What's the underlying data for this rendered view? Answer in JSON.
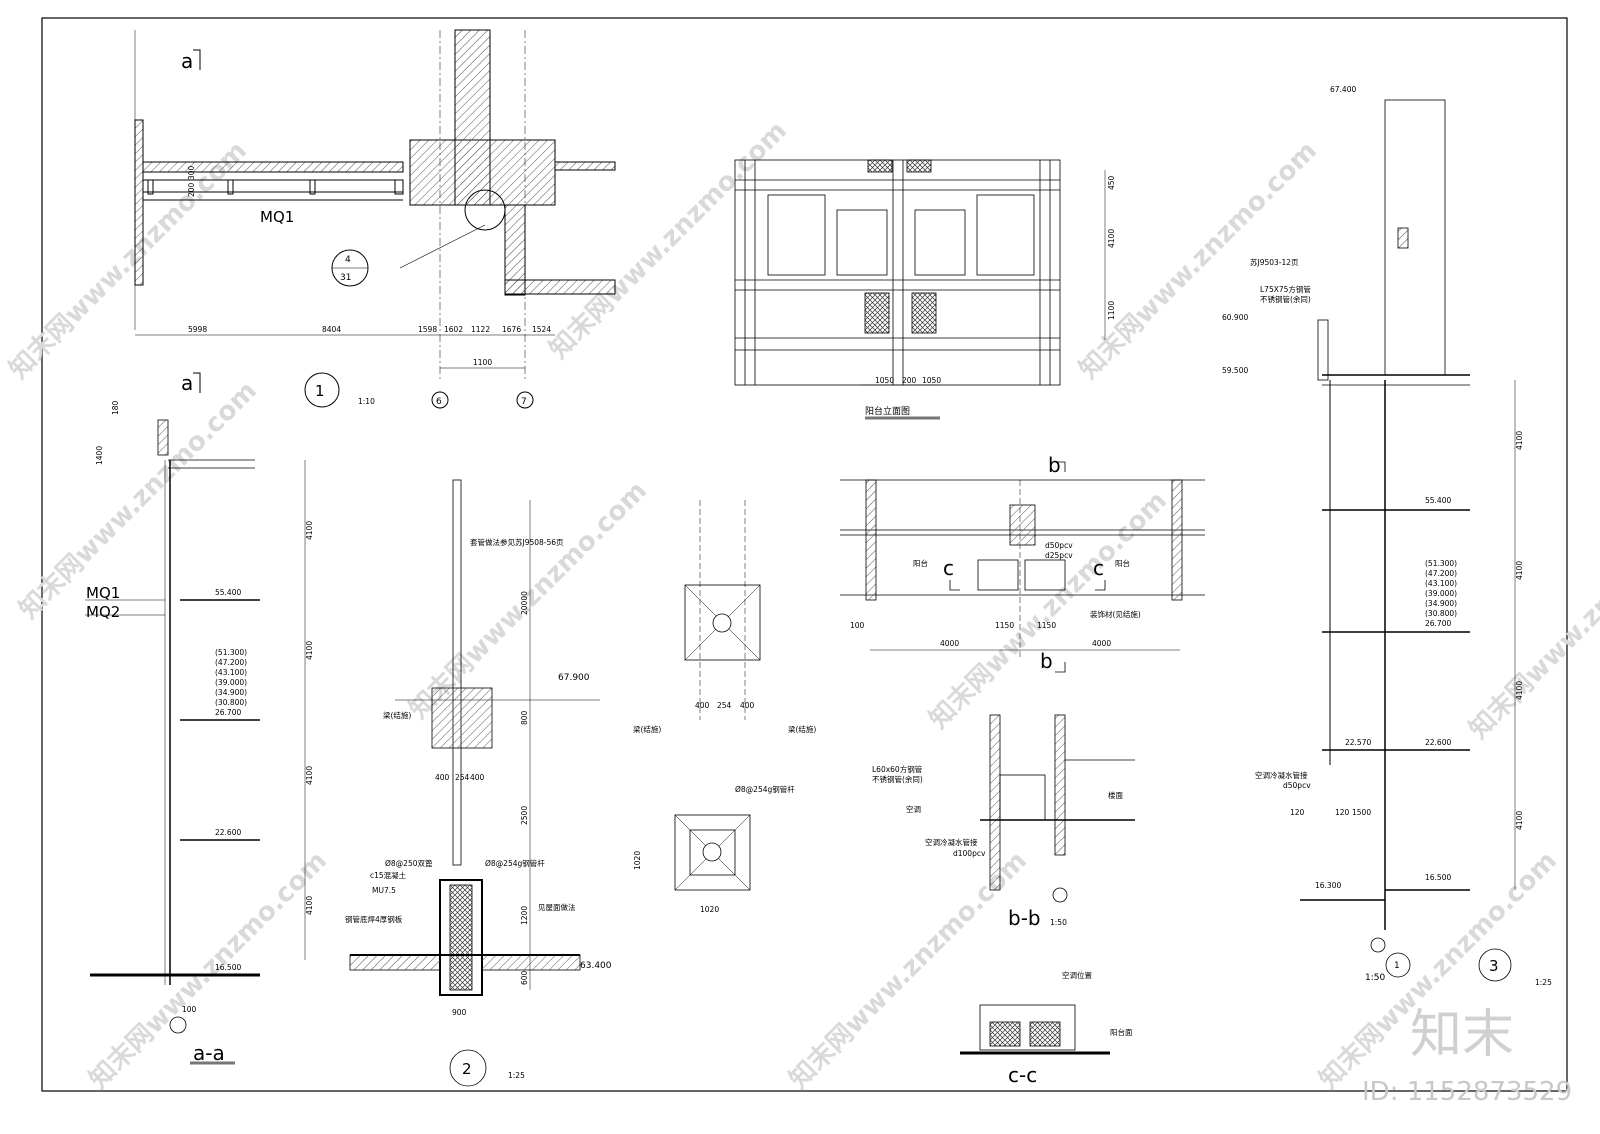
{
  "labels": {
    "section_a_top": "a",
    "section_a_bottom": "a",
    "mq1_plan": "MQ1",
    "ref_num": "4",
    "ref_den": "31",
    "detail1": "1",
    "scale_1_10": "1:10",
    "axis6": "6",
    "axis7": "7",
    "dim_5998": "5998",
    "dim_8404": "8404",
    "dim_1598": "1598",
    "dim_1602": "1602",
    "dim_1122": "1122",
    "dim_1676": "1676",
    "dim_1524": "1524",
    "dim_1100_plan": "1100",
    "dim_200": "200",
    "dim_300": "300",
    "balcony_elev_title": "阳台立面图",
    "dim_1050a": "1050",
    "dim_200b": "200",
    "dim_1050b": "1050",
    "dim_450": "450",
    "dim_4100": "4100",
    "dim_1100": "1100",
    "b_top": "b",
    "b_bottom": "b",
    "c_left": "c",
    "c_right": "c",
    "balcony_l": "阳台",
    "balcony_r": "阳台",
    "d50pcv": "d50pcv",
    "d25pcv": "d25pcv",
    "deco_note": "装饰材(见结施)",
    "dim_4000a": "4000",
    "dim_4000b": "4000",
    "dim_1150a": "1150",
    "dim_1150b": "1150",
    "dim_100": "100",
    "bb_title": "b-b",
    "bb_scale": "1:50",
    "cc_title": "c-c",
    "bb_l60": "L60x60方钢管",
    "bb_steel": "不锈钢管(余同)",
    "bb_ac": "空调",
    "bb_drain": "空调冷凝水管接",
    "bb_d100": "d100pcv",
    "bb_floor": "楼面",
    "cc_ac_pos": "空调位置",
    "cc_balcony": "阳台面",
    "mq1": "MQ1",
    "mq2": "MQ2",
    "aa_title": "a-a",
    "elev_55400": "55.400",
    "elev_list": [
      "(51.300)",
      "(47.200)",
      "(43.100)",
      "(39.000)",
      "(34.900)",
      "(30.800)",
      "26.700"
    ],
    "elev_22600": "22.600",
    "elev_16500": "16.500",
    "dim_1400": "1400",
    "dim_180": "180",
    "pipe_note": "套管做法参见苏J9508-56页",
    "beam_note": "梁(结施)",
    "elev_67900": "67.900",
    "dim_20000": "20000",
    "dim_800": "800",
    "dim_2500": "2500",
    "dim_1200": "1200",
    "dim_600": "600",
    "dim_900": "900",
    "dim_400a": "400",
    "dim_254": "254",
    "dim_400b": "400",
    "rebar1": "Ø8@250双篦",
    "rebar2": "Ø8@254g钢管杆",
    "concrete": "c15混凝土",
    "mortar": "MU7.5",
    "steel_plate": "钢管底焊4厚钢板",
    "roof_note": "见屋面做法",
    "elev_63400": "63.400",
    "detail2": "2",
    "scale_1_25": "1:25",
    "beam_l": "梁(结施)",
    "beam_r": "梁(结施)",
    "rebar3": "Ø8@254g钢管杆",
    "dim_1020a": "1020",
    "dim_1020b": "1020",
    "elev_67400": "67.400",
    "su_note": "苏J9503-12页",
    "l75": "L75X75方钢管",
    "steel_all": "不锈钢管(余同)",
    "elev_60900": "60.900",
    "elev_59500": "59.500",
    "elev_22570": "22.570",
    "drain_r": "空调冷凝水管接",
    "d50_r": "d50pcv",
    "elev_16300": "16.300",
    "detail3": "3",
    "scale_150": "1:50",
    "scale_125r": "1:25",
    "dim_120": "120",
    "dim_1500": "1500",
    "logo": "知末",
    "id": "ID: 1152873529",
    "watermark": "知末网www.znzmo.com"
  }
}
